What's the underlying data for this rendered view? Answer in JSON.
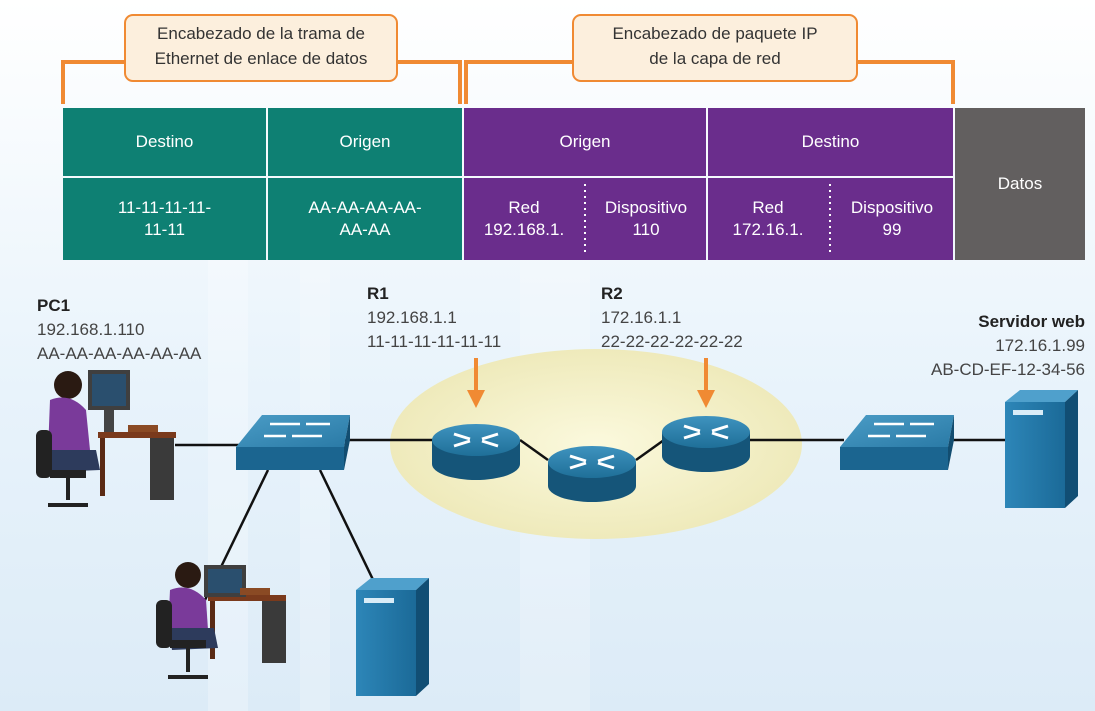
{
  "callouts": {
    "ethernet": [
      "Encabezado de la trama de",
      "Ethernet de enlace de datos"
    ],
    "ip": [
      "Encabezado de paquete IP",
      "de la capa de red"
    ]
  },
  "frame": {
    "eth_dest_header": "Destino",
    "eth_src_header": "Origen",
    "ip_src_header": "Origen",
    "ip_dest_header": "Destino",
    "data_label": "Datos",
    "eth_dest_value": [
      "11-11-11-11-",
      "11-11"
    ],
    "eth_src_value": [
      "AA-AA-AA-AA-",
      "AA-AA"
    ],
    "ip_src_net": [
      "Red",
      "192.168.1."
    ],
    "ip_src_dev": [
      "Dispositivo",
      "110"
    ],
    "ip_dest_net": [
      "Red",
      "172.16.1."
    ],
    "ip_dest_dev": [
      "Dispositivo",
      "99"
    ]
  },
  "devices": {
    "pc1": {
      "name": "PC1",
      "ip": "192.168.1.110",
      "mac": "AA-AA-AA-AA-AA-AA"
    },
    "r1": {
      "name": "R1",
      "ip": "192.168.1.1",
      "mac": "11-11-11-11-11-11"
    },
    "r2": {
      "name": "R2",
      "ip": "172.16.1.1",
      "mac": "22-22-22-22-22-22"
    },
    "web": {
      "name": "Servidor web",
      "ip": "172.16.1.99",
      "mac": "AB-CD-EF-12-34-56"
    }
  },
  "colors": {
    "teal": "#0e8073",
    "purple": "#6a2d8c",
    "gray": "#625f5f",
    "orange": "#f08a33",
    "router": "#1e6d96",
    "cloud": "#f2efc2"
  }
}
